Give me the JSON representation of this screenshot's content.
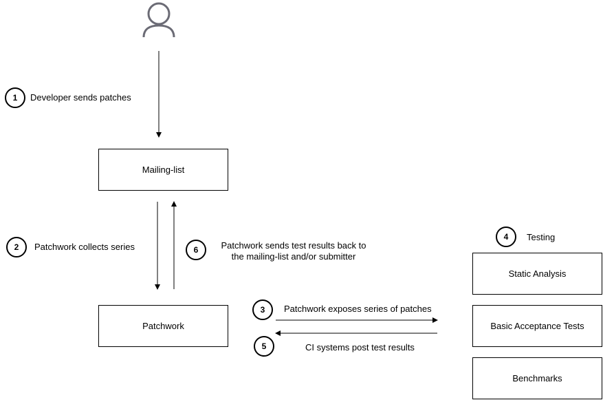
{
  "actor": {
    "icon": "user-icon",
    "color": "#6b6b75"
  },
  "nodes": {
    "mailing_list": "Mailing-list",
    "patchwork": "Patchwork",
    "static_analysis": "Static Analysis",
    "basic_acceptance_tests": "Basic Acceptance Tests",
    "benchmarks": "Benchmarks"
  },
  "steps": [
    {
      "number": "1",
      "text": "Developer sends patches"
    },
    {
      "number": "2",
      "text": "Patchwork collects series"
    },
    {
      "number": "3",
      "text": "Patchwork exposes series of patches"
    },
    {
      "number": "4",
      "text": "Testing"
    },
    {
      "number": "5",
      "text": "CI systems post test results"
    },
    {
      "number": "6",
      "text_line1": "Patchwork sends test results back to",
      "text_line2": "the mailing-list and/or submitter"
    }
  ]
}
